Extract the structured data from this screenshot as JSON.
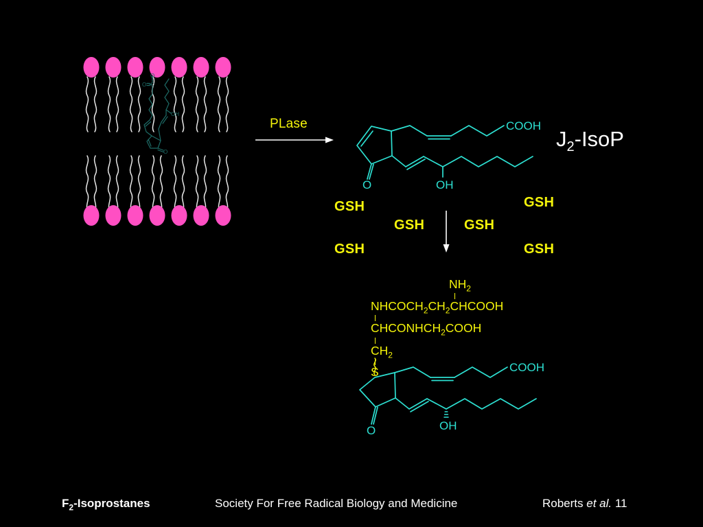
{
  "slide": {
    "background_color": "#000000",
    "title_label": "J2-IsoP"
  },
  "colors": {
    "background": "#000000",
    "structure_cyan": "#2de0d2",
    "structure_dim_teal": "#1d6b66",
    "label_yellow": "#f5f50a",
    "lipid_head_pink": "#ff4fc3",
    "lipid_tail_white": "#e8e8e8",
    "text_white": "#ffffff",
    "arrow_white": "#ffffff"
  },
  "membrane": {
    "name": "phospholipid-bilayer",
    "top_leaflet_head_count": 7,
    "bottom_leaflet_head_count": 7,
    "head_shape": "ellipse",
    "tails_per_head": 2,
    "embedded_molecule_label": "esterified-isoprostane",
    "embedded_atoms": [
      "O",
      "O",
      "C",
      "OH",
      "O"
    ]
  },
  "reaction": {
    "enzyme_label": "PLase",
    "arrow_direction": "right",
    "second_arrow_direction": "down"
  },
  "gsh_labels": [
    {
      "label": "GSH"
    },
    {
      "label": "GSH"
    },
    {
      "label": "GSH"
    },
    {
      "label": "GSH"
    },
    {
      "label": "GSH"
    },
    {
      "label": "GSH"
    }
  ],
  "molecule_top": {
    "name": "J2-isoprostane",
    "display_label_main": "J",
    "display_label_sub": "2",
    "display_label_tail": "-IsoP",
    "ring_type": "cyclopentenone",
    "atom_labels": {
      "carboxyl": "COOH",
      "ketone": "O",
      "hydroxyl": "OH"
    }
  },
  "molecule_bottom": {
    "name": "glutathione-isoprostane-adduct",
    "ring_type": "cyclopentanone",
    "atom_labels": {
      "carboxyl": "COOH",
      "ketone": "O",
      "hydroxyl": "OH",
      "sulfur": "S",
      "methylene": "CH2"
    },
    "glutathione_lines": [
      {
        "text": "NH2"
      },
      {
        "text": "NHCOCH2CH2CHCOOH"
      },
      {
        "text": "CHCONHCH2COOH"
      },
      {
        "text": "CH2"
      },
      {
        "text": "S"
      }
    ]
  },
  "footer": {
    "left_main": "F",
    "left_sub": "2",
    "left_tail": "-Isoprostanes",
    "center": "Society For Free Radical Biology and Medicine",
    "right_author": "Roberts ",
    "right_italic": "et al.",
    "right_page": " 11"
  }
}
